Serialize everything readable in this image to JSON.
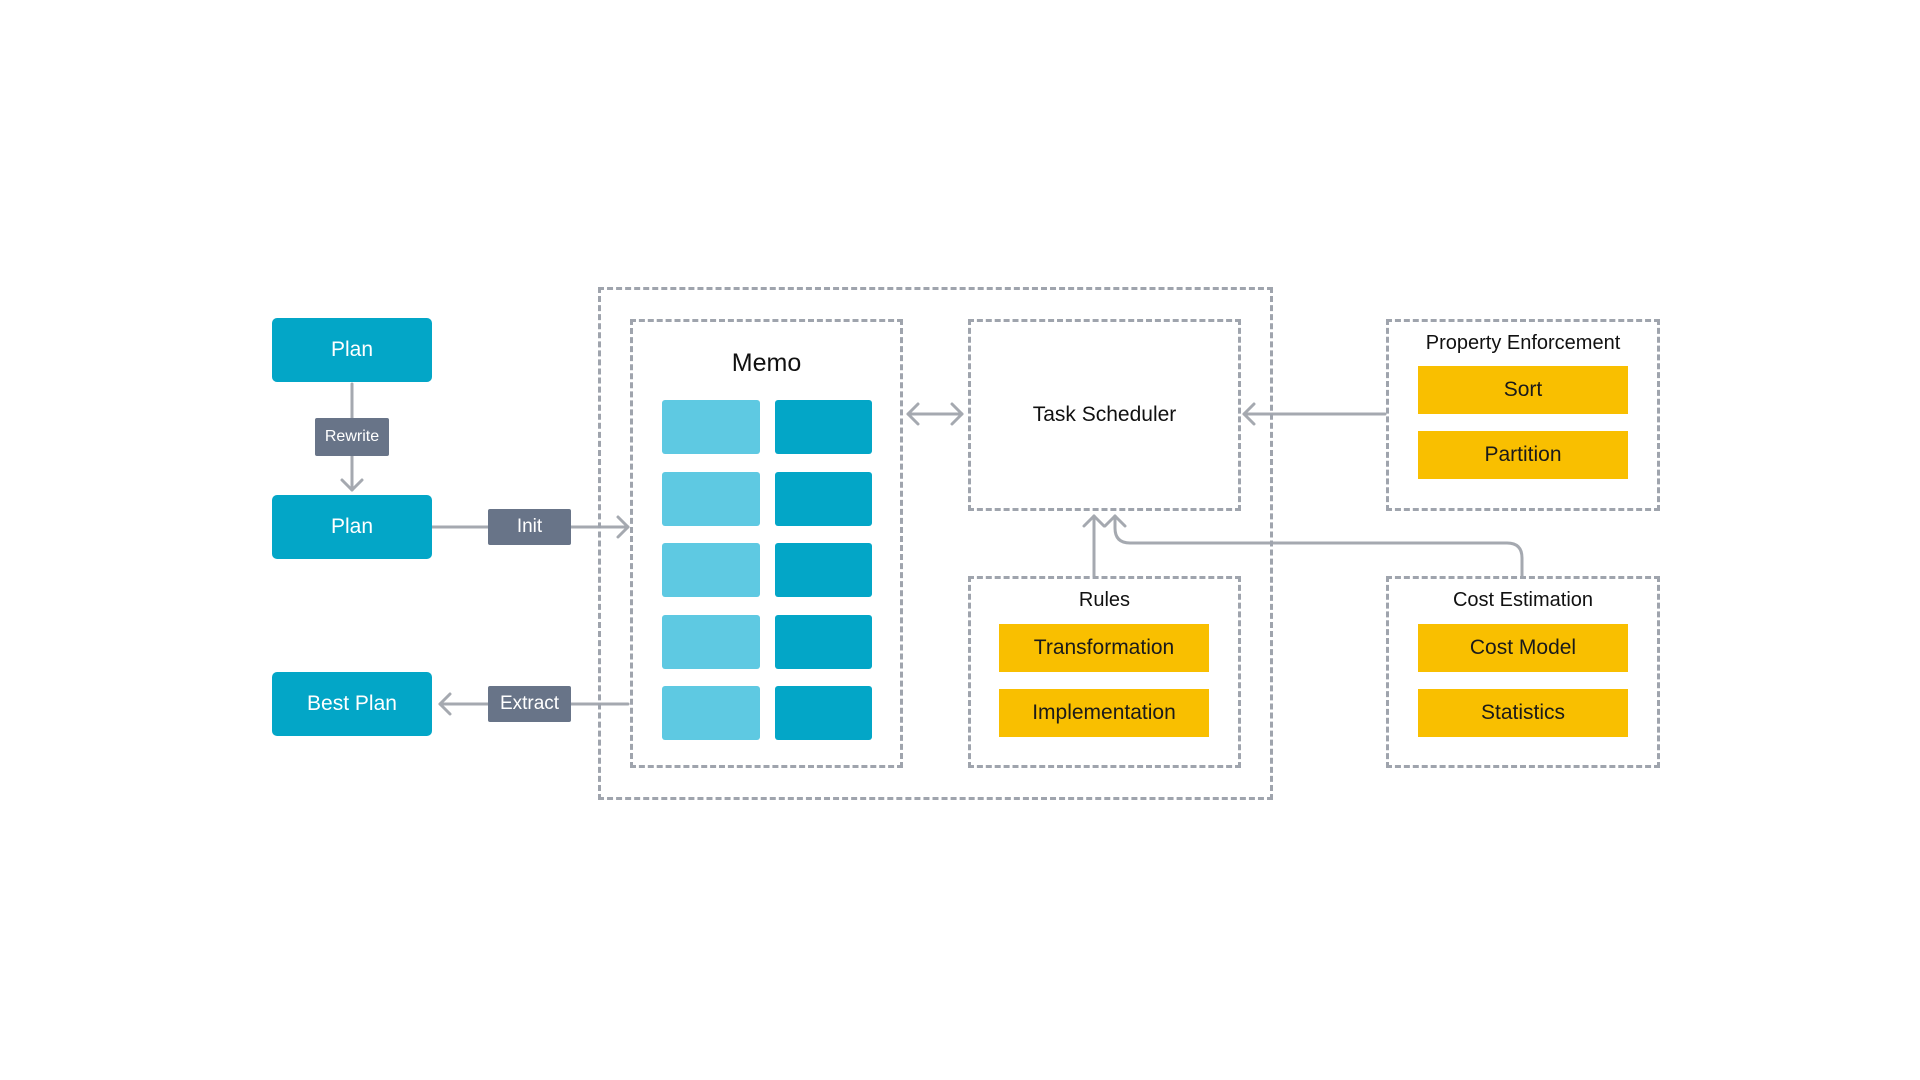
{
  "plans": {
    "plan_top": "Plan",
    "plan_mid": "Plan",
    "best_plan": "Best Plan"
  },
  "tags": {
    "rewrite": "Rewrite",
    "init": "Init",
    "extract": "Extract"
  },
  "memo": {
    "title": "Memo",
    "rows": 5,
    "columns": 2
  },
  "task_scheduler": {
    "label": "Task Scheduler"
  },
  "rules": {
    "title": "Rules",
    "items": [
      "Transformation",
      "Implementation"
    ]
  },
  "property_enforcement": {
    "title": "Property Enforcement",
    "items": [
      "Sort",
      "Partition"
    ]
  },
  "cost_estimation": {
    "title": "Cost Estimation",
    "items": [
      "Cost Model",
      "Statistics"
    ]
  },
  "colors": {
    "plan_blue": "#03a6c7",
    "memo_light": "#5ec9e2",
    "memo_dark": "#03a6c7",
    "tag_gray": "#687488",
    "item_yellow": "#f9bf00",
    "dashed_border": "#9fa4ad",
    "arrow": "#a5a9b0"
  }
}
